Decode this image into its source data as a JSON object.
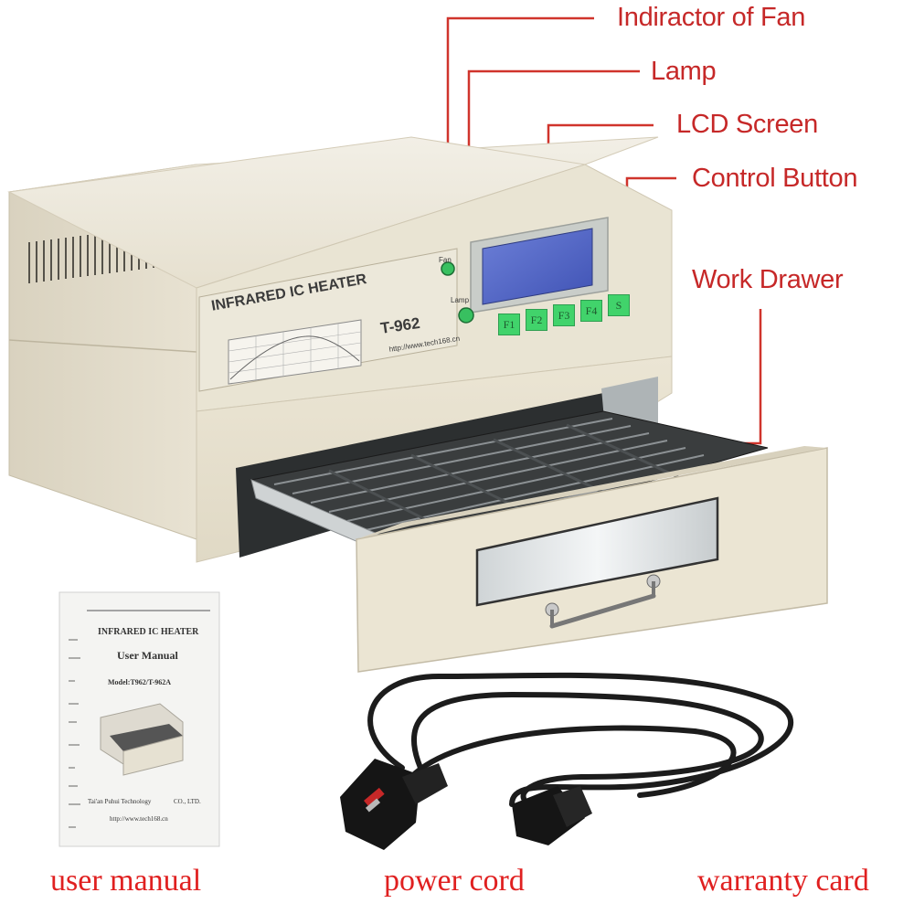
{
  "callouts": {
    "fan": "Indiractor of Fan",
    "lamp": "Lamp",
    "lcd": "LCD Screen",
    "control": "Control Button",
    "drawer": "Work Drawer"
  },
  "device": {
    "title": "INFRARED IC HEATER",
    "model": "T-962",
    "url": "http://www.tech168.cn",
    "fan_label": "Fan",
    "lamp_label": "Lamp",
    "buttons": [
      "F1",
      "F2",
      "F3",
      "F4",
      "S"
    ]
  },
  "manual": {
    "title": "INFRARED IC HEATER",
    "subtitle": "User Manual",
    "model": "Model:T962/T-962A",
    "company": "Tai'an Puhui Technology",
    "company_suffix": "CO., LTD.",
    "url": "http://www.tech168.cn"
  },
  "captions": {
    "manual": "user manual",
    "cord": "power cord",
    "card": "warranty card"
  },
  "colors": {
    "callout": "#c62828",
    "caption": "#e02020",
    "body": "#ede7d6",
    "button": "#41d36b",
    "lcd": "#4f64c8"
  }
}
